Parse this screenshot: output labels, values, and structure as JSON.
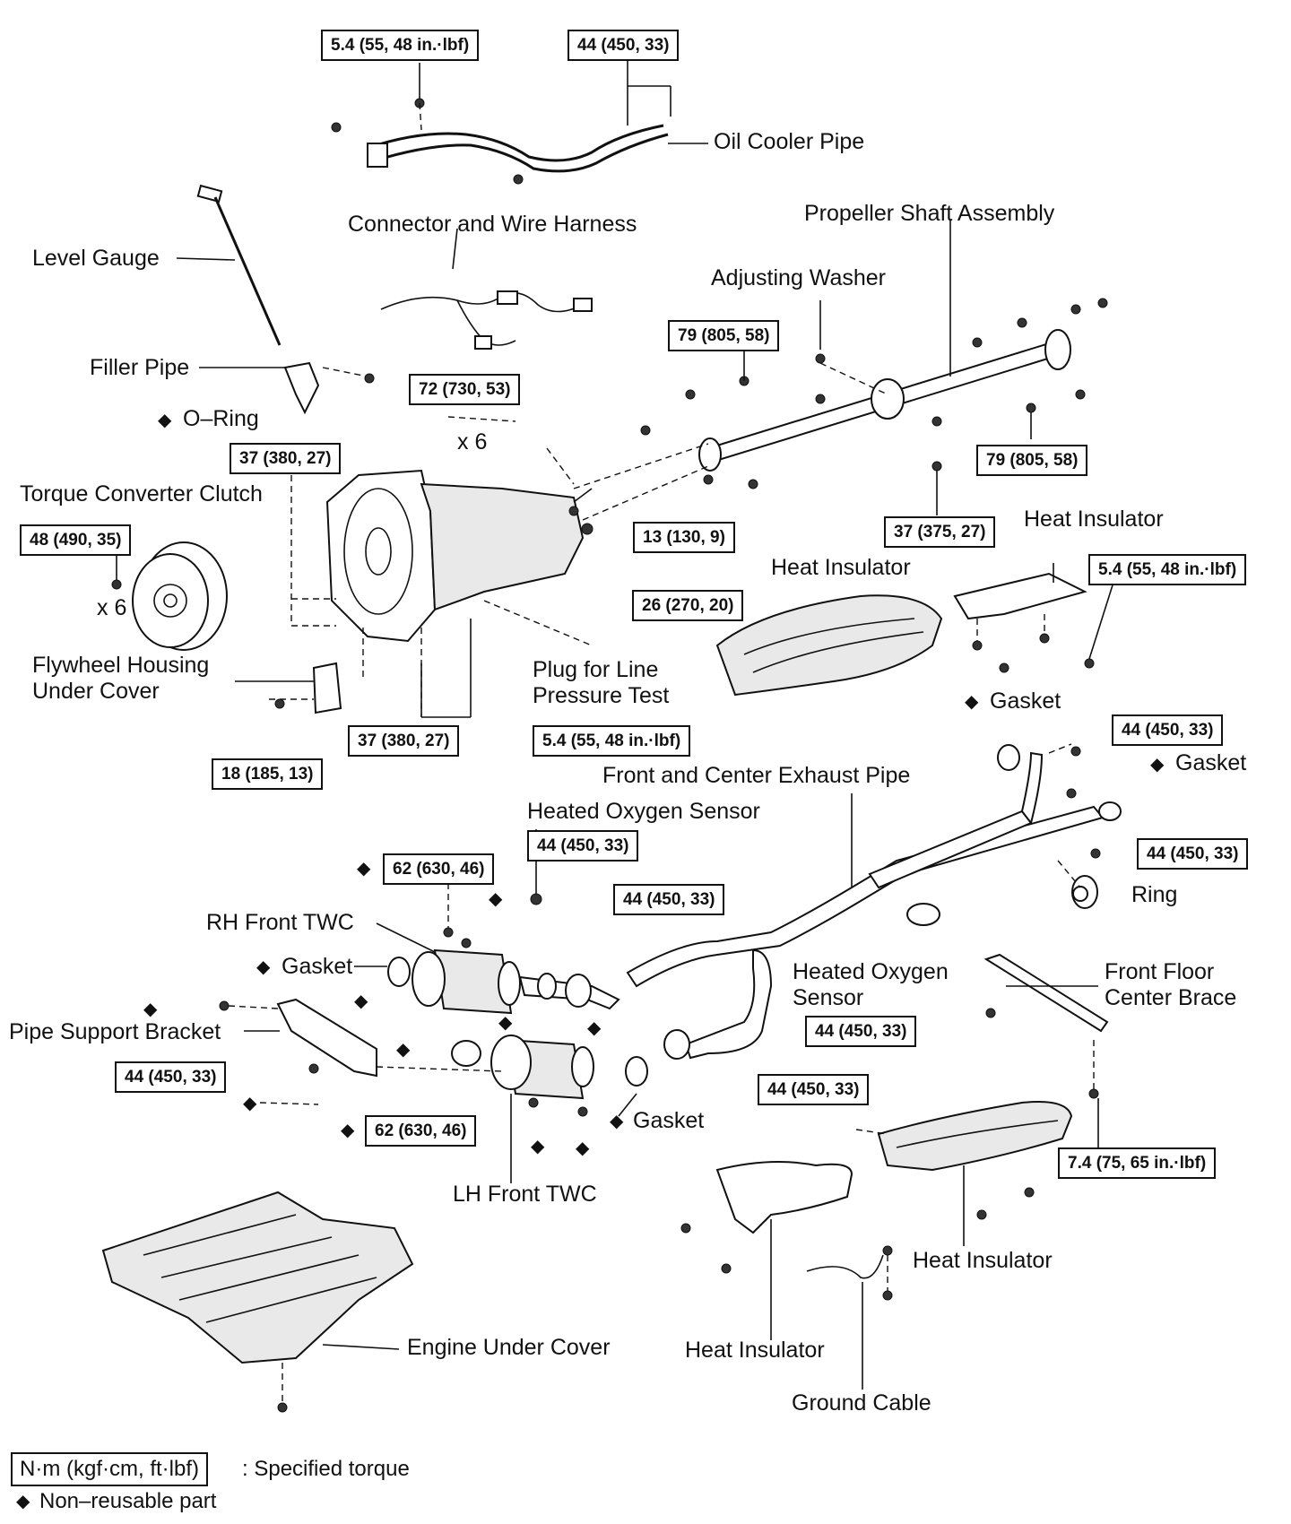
{
  "labels": {
    "oil_cooler_pipe": "Oil Cooler Pipe",
    "connector_wire_harness": "Connector and Wire Harness",
    "propeller_shaft_assembly": "Propeller Shaft Assembly",
    "level_gauge": "Level Gauge",
    "adjusting_washer": "Adjusting Washer",
    "filler_pipe": "Filler Pipe",
    "o_ring": "O–Ring",
    "x6_upper": "x 6",
    "torque_converter_clutch": "Torque Converter Clutch",
    "x6_lower": "x 6",
    "heat_insulator_right": "Heat Insulator",
    "heat_insulator_center": "Heat Insulator",
    "flywheel_housing_under_cover": "Flywheel Housing\nUnder Cover",
    "plug_line_pressure_test": "Plug for Line\nPressure Test",
    "gasket_top": "Gasket",
    "gasket_right": "Gasket",
    "front_center_exhaust_pipe": "Front and Center Exhaust Pipe",
    "heated_oxygen_sensor_top": "Heated Oxygen Sensor",
    "ring": "Ring",
    "rh_front_twc": "RH Front TWC",
    "gasket_left": "Gasket",
    "heated_oxygen_sensor_mid": "Heated Oxygen\nSensor",
    "front_floor_center_brace": "Front Floor\nCenter Brace",
    "pipe_support_bracket": "Pipe Support Bracket",
    "gasket_lower": "Gasket",
    "lh_front_twc": "LH Front TWC",
    "heat_insulator_lower_right": "Heat Insulator",
    "engine_under_cover": "Engine Under Cover",
    "heat_insulator_bottom": "Heat Insulator",
    "ground_cable": "Ground Cable"
  },
  "torques": {
    "t1": "5.4 (55, 48 in.·lbf)",
    "t2": "44 (450, 33)",
    "t3": "79 (805, 58)",
    "t4": "72 (730, 53)",
    "t5": "37 (380, 27)",
    "t6": "79 (805, 58)",
    "t7": "48 (490, 35)",
    "t8": "13 (130, 9)",
    "t9": "37 (375, 27)",
    "t10": "5.4 (55, 48 in.·lbf)",
    "t11": "26 (270, 20)",
    "t12": "37 (380, 27)",
    "t13": "5.4 (55, 48 in.·lbf)",
    "t14": "18 (185, 13)",
    "t15": "44 (450, 33)",
    "t16": "44 (450, 33)",
    "t17": "62 (630, 46)",
    "t18": "44 (450, 33)",
    "t19": "44 (450, 33)",
    "t20": "44 (450, 33)",
    "t21": "44 (450, 33)",
    "t22": "44 (450, 33)",
    "t23": "62 (630, 46)",
    "t24": "7.4 (75, 65 in.·lbf)"
  },
  "symbols": {
    "non_reusable": "◆"
  },
  "legend": {
    "torque_unit": "N·m (kgf·cm, ft·lbf)",
    "torque_desc": ": Specified torque",
    "nonreusable_desc": "Non–reusable part"
  }
}
